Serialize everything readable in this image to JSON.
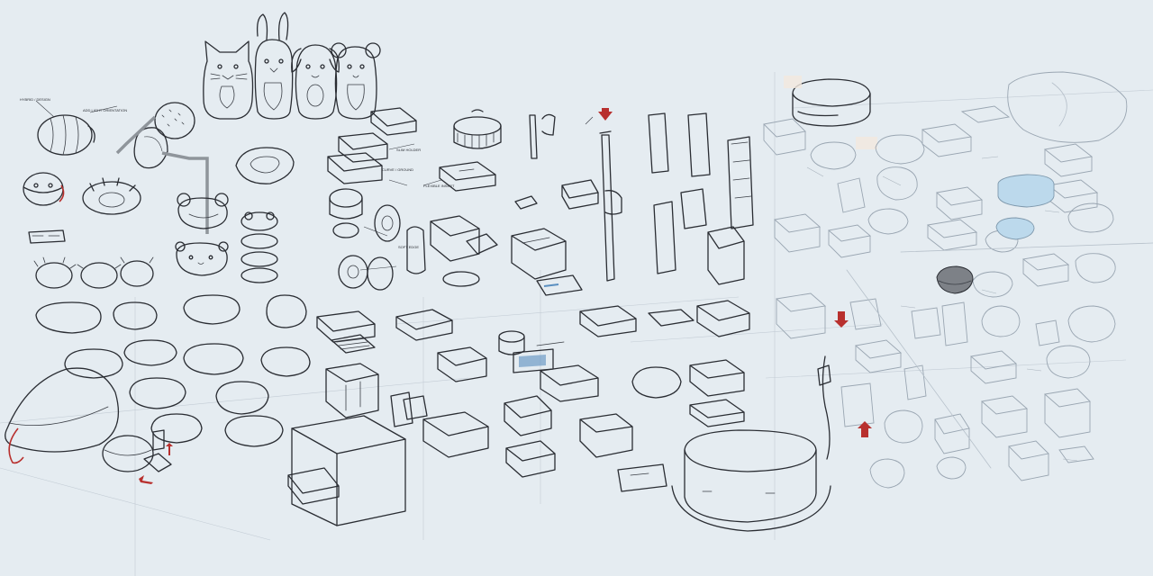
{
  "sheet": {
    "background": "#e5ecf1",
    "ink_color": "#2a2d33",
    "faint_ink_color": "#9aa6b2",
    "accent_red": "#b8302e",
    "accent_blue": "#bcd9ec",
    "accent_grey": "#8f959b",
    "accent_tan": "#a89a82"
  },
  "sketches": [
    {
      "name": "cat-character",
      "icon": "cat-face-icon"
    },
    {
      "name": "bunny-character",
      "icon": "bunny-face-icon"
    },
    {
      "name": "dog-character",
      "icon": "dog-face-icon"
    },
    {
      "name": "bear-character",
      "icon": "bear-face-icon"
    },
    {
      "name": "striped-bee-capsule",
      "icon": "capsule-icon"
    },
    {
      "name": "sponge-dome-container",
      "icon": "dome-icon"
    },
    {
      "name": "bear-ear-lid",
      "icon": "bear-ear-icon"
    },
    {
      "name": "stacking-rings",
      "icon": "rings-icon"
    },
    {
      "name": "large-pillow-case-left",
      "icon": "pillow-icon"
    },
    {
      "name": "charging-dock-block",
      "icon": "block-icon"
    },
    {
      "name": "syringe-dispenser",
      "icon": "syringe-icon"
    },
    {
      "name": "vertical-cartridges",
      "icon": "cartridge-icon"
    },
    {
      "name": "square-soft-case-center",
      "icon": "square-case-icon"
    },
    {
      "name": "blue-highlighted-case",
      "icon": "highlight-case-icon"
    },
    {
      "name": "grey-pill-case",
      "icon": "pill-case-icon"
    }
  ],
  "markers": [
    {
      "name": "red-down-arrow",
      "color": "#b8302e"
    },
    {
      "name": "red-up-arrow",
      "color": "#b8302e"
    },
    {
      "name": "red-syringe-tip",
      "color": "#b8302e"
    }
  ]
}
